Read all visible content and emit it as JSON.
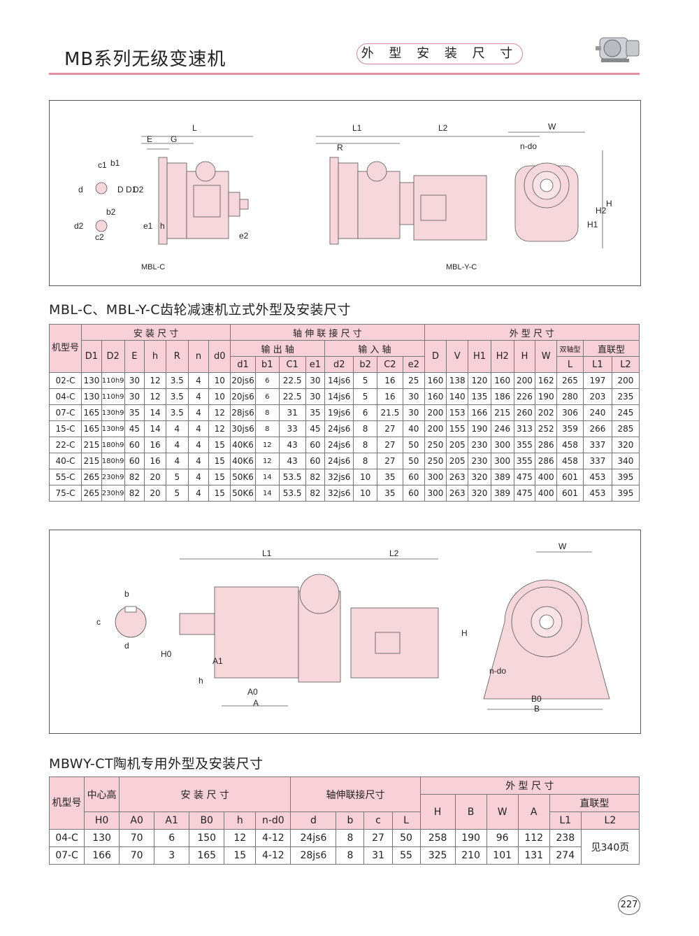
{
  "header": {
    "title": "MB系列无级变速机",
    "section_label": "外 型 安 装 尺 寸"
  },
  "figure1": {
    "labels": {
      "L": "L",
      "G": "G",
      "E": "E",
      "c1": "c1",
      "b1": "b1",
      "d": "d",
      "D": "D",
      "D1": "D1",
      "D2": "D2",
      "b2": "b2",
      "d2": "d2",
      "c2": "c2",
      "e1": "e1",
      "h": "h",
      "e2": "e2",
      "L1": "L1",
      "L2": "L2",
      "R": "R",
      "W": "W",
      "ndo": "n-do",
      "H": "H",
      "H1": "H1",
      "H2": "H2"
    },
    "captions": [
      "MBL-C",
      "MBL-Y-C"
    ]
  },
  "table1": {
    "title": "MBL-C、MBL-Y-C齿轮减速机立式外型及安装尺寸",
    "col_model": "机型号",
    "groups": {
      "install": "安 装 尺 寸",
      "shaft": "轴 伸 联 接 尺 寸",
      "outline": "外 型 尺 寸",
      "output": "输 出 轴",
      "input": "输 入 轴",
      "double": "双轴型",
      "direct": "直联型"
    },
    "columns": [
      "D1",
      "D2",
      "E",
      "h",
      "R",
      "n",
      "d0",
      "d1",
      "b1",
      "C1",
      "e1",
      "d2",
      "b2",
      "C2",
      "e2",
      "D",
      "V",
      "H1",
      "H2",
      "H",
      "W",
      "L",
      "L1",
      "L2"
    ],
    "rows": [
      [
        "02-C",
        "130",
        "110h9",
        "30",
        "12",
        "3.5",
        "4",
        "10",
        "20js6",
        "6",
        "22.5",
        "30",
        "14js6",
        "5",
        "16",
        "25",
        "160",
        "138",
        "120",
        "160",
        "200",
        "162",
        "265",
        "197",
        "200"
      ],
      [
        "04-C",
        "130",
        "110h9",
        "30",
        "12",
        "3.5",
        "4",
        "10",
        "20js6",
        "6",
        "22.5",
        "30",
        "14js6",
        "5",
        "16",
        "30",
        "160",
        "140",
        "135",
        "186",
        "226",
        "190",
        "280",
        "203",
        "235"
      ],
      [
        "07-C",
        "165",
        "130h9",
        "35",
        "14",
        "3.5",
        "4",
        "12",
        "28js6",
        "8",
        "31",
        "35",
        "19js6",
        "6",
        "21.5",
        "30",
        "200",
        "153",
        "166",
        "215",
        "260",
        "202",
        "306",
        "240",
        "245"
      ],
      [
        "15-C",
        "165",
        "130h9",
        "45",
        "14",
        "4",
        "4",
        "12",
        "30js6",
        "8",
        "33",
        "45",
        "24js6",
        "8",
        "27",
        "40",
        "200",
        "155",
        "190",
        "246",
        "313",
        "252",
        "359",
        "266",
        "285"
      ],
      [
        "22-C",
        "215",
        "180h9",
        "60",
        "16",
        "4",
        "4",
        "15",
        "40K6",
        "12",
        "43",
        "60",
        "24js6",
        "8",
        "27",
        "50",
        "250",
        "205",
        "230",
        "300",
        "355",
        "286",
        "458",
        "337",
        "320"
      ],
      [
        "40-C",
        "215",
        "180h9",
        "60",
        "16",
        "4",
        "4",
        "15",
        "40K6",
        "12",
        "43",
        "60",
        "24js6",
        "8",
        "27",
        "50",
        "250",
        "205",
        "230",
        "300",
        "355",
        "286",
        "458",
        "337",
        "340"
      ],
      [
        "55-C",
        "265",
        "230h9",
        "82",
        "20",
        "5",
        "4",
        "15",
        "50K6",
        "14",
        "53.5",
        "82",
        "32js6",
        "10",
        "35",
        "60",
        "300",
        "263",
        "320",
        "389",
        "475",
        "400",
        "601",
        "453",
        "395"
      ],
      [
        "75-C",
        "265",
        "230h9",
        "82",
        "20",
        "5",
        "4",
        "15",
        "50K6",
        "14",
        "53.5",
        "82",
        "32js6",
        "10",
        "35",
        "60",
        "300",
        "263",
        "320",
        "389",
        "475",
        "400",
        "601",
        "453",
        "395"
      ]
    ]
  },
  "figure2": {
    "labels": {
      "L1": "L1",
      "L2": "L2",
      "W": "W",
      "b": "b",
      "c": "c",
      "d": "d",
      "H0": "H0",
      "H": "H",
      "A1": "A1",
      "h": "h",
      "A0": "A0",
      "A": "A",
      "ndo": "n-do",
      "B0": "B0",
      "B": "B"
    }
  },
  "table2": {
    "title": "MBWY-CT陶机专用外型及安装尺寸",
    "col_model": "机型号",
    "col_center": "中心高",
    "col_center_sym": "H0",
    "groups": {
      "install": "安 装 尺 寸",
      "shaft": "轴伸联接尺寸",
      "outline": "外 型 尺 寸",
      "direct": "直联型"
    },
    "columns": [
      "A0",
      "A1",
      "B0",
      "h",
      "n-d0",
      "d",
      "b",
      "c",
      "L",
      "H",
      "B",
      "W",
      "A",
      "L1",
      "L2"
    ],
    "rows": [
      [
        "04-C",
        "130",
        "70",
        "6",
        "150",
        "12",
        "4-12",
        "24js6",
        "8",
        "27",
        "50",
        "258",
        "190",
        "96",
        "112",
        "238"
      ],
      [
        "07-C",
        "166",
        "70",
        "3",
        "165",
        "15",
        "4-12",
        "28js6",
        "8",
        "31",
        "55",
        "325",
        "210",
        "101",
        "131",
        "274"
      ]
    ],
    "see_page": "见340页"
  },
  "page_number": "227"
}
